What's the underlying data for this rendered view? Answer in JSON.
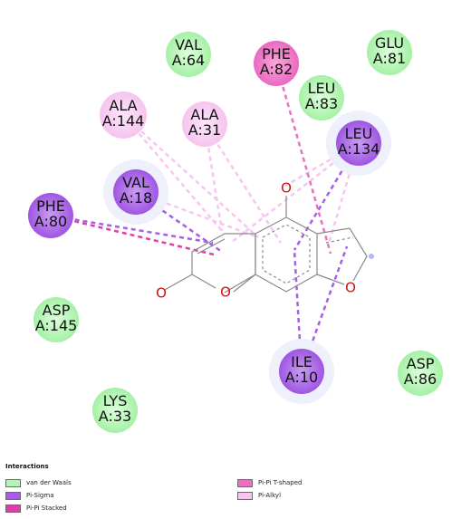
{
  "colors": {
    "van_der_waals": "#b3f5b3",
    "pi_sigma": "#a65ee6",
    "pi_pi_stacked": "#e23da6",
    "pi_pi_t_shaped": "#e970c2",
    "pi_alkyl": "#f7c6f0"
  },
  "residues": [
    {
      "name": "VAL",
      "id": "A:64",
      "type": "van_der_waals"
    },
    {
      "name": "PHE",
      "id": "A:82",
      "type": "pi_pi_t_shaped"
    },
    {
      "name": "GLU",
      "id": "A:81",
      "type": "van_der_waals"
    },
    {
      "name": "LEU",
      "id": "A:83",
      "type": "van_der_waals"
    },
    {
      "name": "ALA",
      "id": "A:144",
      "type": "pi_alkyl"
    },
    {
      "name": "ALA",
      "id": "A:31",
      "type": "pi_alkyl"
    },
    {
      "name": "LEU",
      "id": "A:134",
      "type": "pi_sigma"
    },
    {
      "name": "VAL",
      "id": "A:18",
      "type": "pi_sigma"
    },
    {
      "name": "PHE",
      "id": "A:80",
      "type": "pi_sigma"
    },
    {
      "name": "ASP",
      "id": "A:145",
      "type": "van_der_waals"
    },
    {
      "name": "ILE",
      "id": "A:10",
      "type": "pi_sigma"
    },
    {
      "name": "ASP",
      "id": "A:86",
      "type": "van_der_waals"
    },
    {
      "name": "LYS",
      "id": "A:33",
      "type": "van_der_waals"
    }
  ],
  "atoms": {
    "hydroxyl_o": "O",
    "carbonyl_o": "O",
    "ring_o": "O",
    "furan_o": "O"
  },
  "legend": {
    "title": "Interactions",
    "items": [
      {
        "label": "van der Waals",
        "type": "van_der_waals"
      },
      {
        "label": "Pi-Sigma",
        "type": "pi_sigma"
      },
      {
        "label": "Pi-Pi Stacked",
        "type": "pi_pi_stacked"
      },
      {
        "label": "Pi-Pi T-shaped",
        "type": "pi_pi_t_shaped"
      },
      {
        "label": "Pi-Alkyl",
        "type": "pi_alkyl"
      }
    ]
  }
}
